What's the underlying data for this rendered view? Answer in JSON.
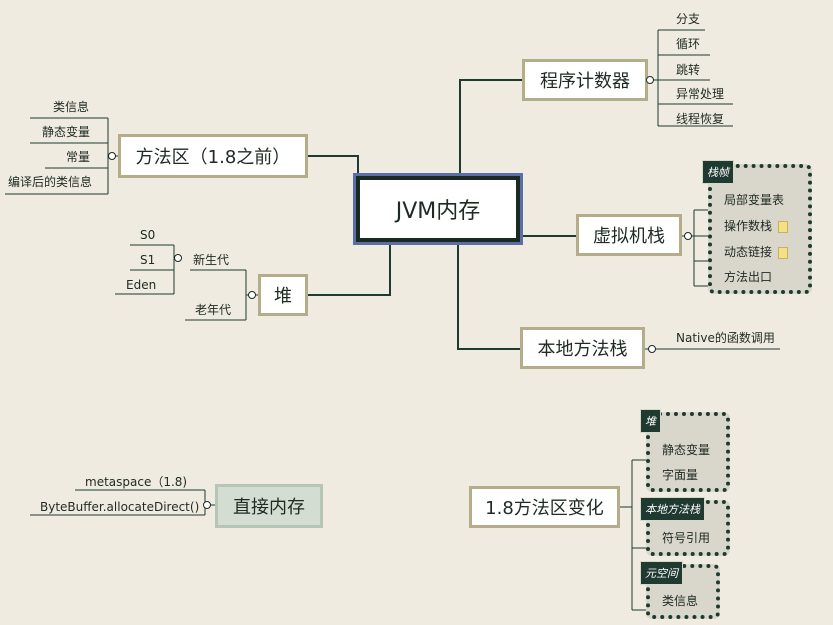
{
  "center": "JVM内存",
  "pc": {
    "title": "程序计数器",
    "items": [
      "分支",
      "循环",
      "跳转",
      "异常处理",
      "线程恢复"
    ]
  },
  "method_area": {
    "title": "方法区（1.8之前）",
    "items": [
      "类信息",
      "静态变量",
      "常量",
      "编译后的类信息"
    ]
  },
  "heap": {
    "title": "堆",
    "young": "新生代",
    "old": "老年代",
    "young_items": [
      "S0",
      "S1",
      "Eden"
    ]
  },
  "vm_stack": {
    "title": "虚拟机栈",
    "group_label": "栈帧",
    "items": [
      "局部变量表",
      "操作数栈",
      "动态链接",
      "方法出口"
    ]
  },
  "native_stack": {
    "title": "本地方法栈",
    "item": "Native的函数调用"
  },
  "direct_memory": {
    "title": "直接内存",
    "items": [
      "metaspace（1.8)",
      "ByteBuffer.allocateDirect()"
    ]
  },
  "change": {
    "title": "1.8方法区变化",
    "groups": [
      {
        "label": "堆",
        "items": [
          "静态变量",
          "字面量"
        ]
      },
      {
        "label": "本地方法栈",
        "items": [
          "符号引用"
        ]
      },
      {
        "label": "元空间",
        "items": [
          "类信息"
        ]
      }
    ]
  }
}
